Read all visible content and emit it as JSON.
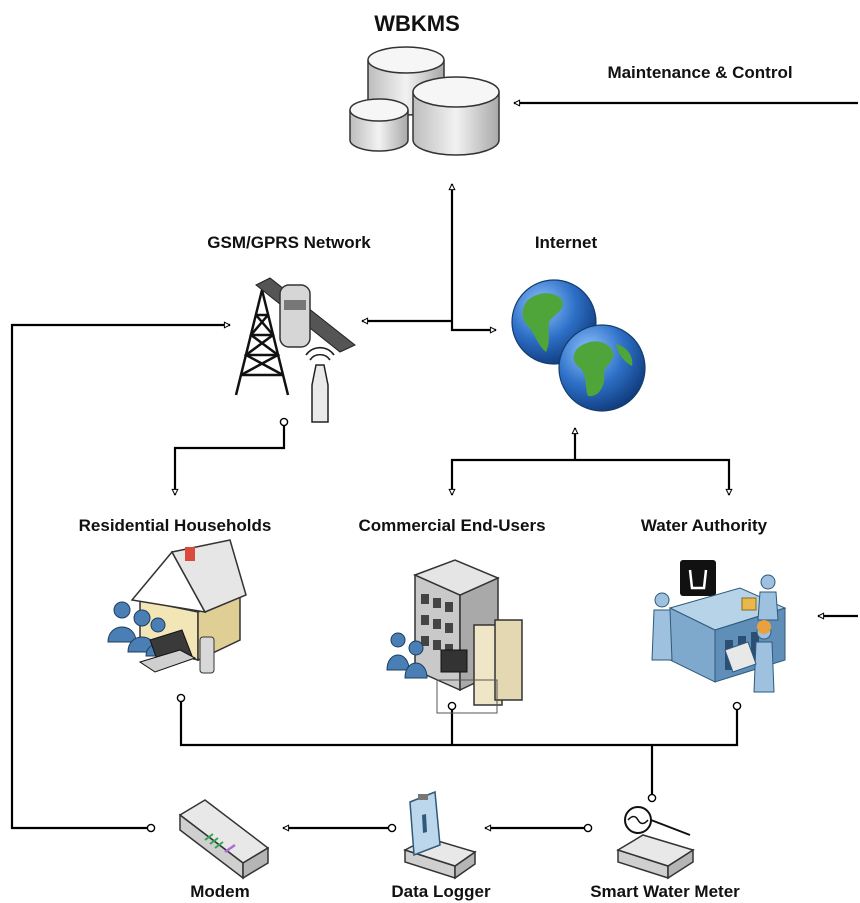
{
  "diagram": {
    "nodes": {
      "wbkms": {
        "label": "WBKMS",
        "icon": "database-cluster-icon"
      },
      "maintenance": {
        "label": "Maintenance & Control"
      },
      "gsm": {
        "label": "GSM/GPRS Network",
        "icon": "cell-tower-satellite-icon"
      },
      "internet": {
        "label": "Internet",
        "icon": "globe-icon"
      },
      "residential": {
        "label": "Residential Households",
        "icon": "house-users-icon"
      },
      "commercial": {
        "label": "Commercial End-Users",
        "icon": "office-building-servers-icon"
      },
      "authority": {
        "label": "Water Authority",
        "icon": "control-room-icon"
      },
      "modem": {
        "label": "Modem",
        "icon": "modem-icon"
      },
      "logger": {
        "label": "Data Logger",
        "icon": "data-logger-icon"
      },
      "meter": {
        "label": "Smart Water Meter",
        "icon": "water-meter-icon"
      }
    },
    "colors": {
      "edge": "#000000",
      "globe_ocean": "#2d6fc6",
      "globe_land": "#4fa43a",
      "figure": "#8fb3d6",
      "device": "#e8e8e8"
    }
  }
}
